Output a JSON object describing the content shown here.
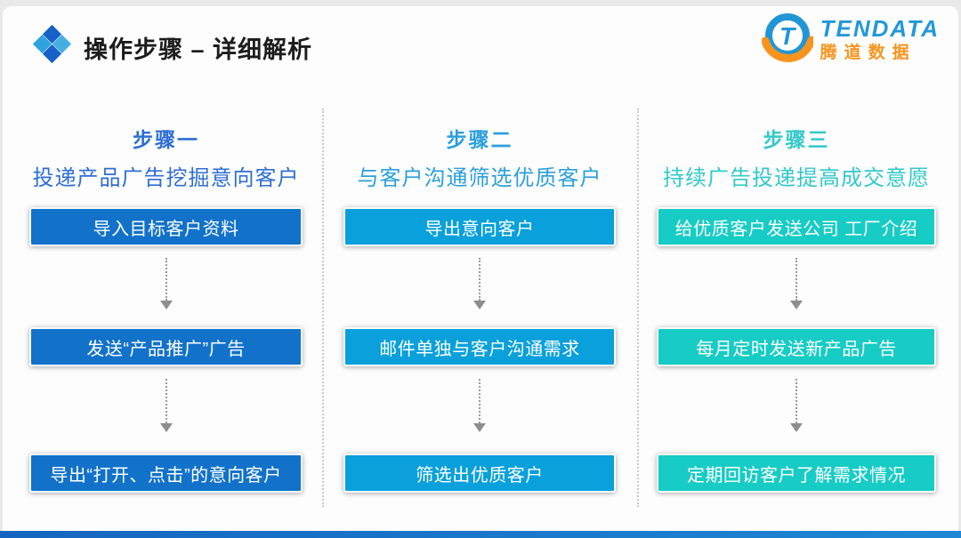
{
  "slide_title": {
    "icon": "diamond-cluster-icon",
    "text": "操作步骤 – 详细解析"
  },
  "logo": {
    "brand": "TENDATA",
    "brand_cn": "腾道数据",
    "brand_color": "#2199D8",
    "accent_color": "#F7941E"
  },
  "columns": [
    {
      "step_label": "步骤一",
      "step_desc": "投递产品广告挖掘意向客户",
      "accent_color": "#2E6FD3",
      "box_color": "#1272CA",
      "boxes": [
        "导入目标客户资料",
        "发送“产品推广”广告",
        "导出“打开、点击”的意向客户"
      ]
    },
    {
      "step_label": "步骤二",
      "step_desc": "与客户沟通筛选优质客户",
      "accent_color": "#2BA0DC",
      "box_color": "#09A0DB",
      "boxes": [
        "导出意向客户",
        "邮件单独与客户沟通需求",
        "筛选出优质客户"
      ]
    },
    {
      "step_label": "步骤三",
      "step_desc": "持续广告投递提高成交意愿",
      "accent_color": "#33C9C9",
      "box_color": "#17CCC5",
      "boxes": [
        "给优质客户发送公司 工厂介绍",
        "每月定时发送新产品广告",
        "定期回访客户了解需求情况"
      ]
    }
  ],
  "footer": {
    "bar_color": "#1E88D4"
  }
}
